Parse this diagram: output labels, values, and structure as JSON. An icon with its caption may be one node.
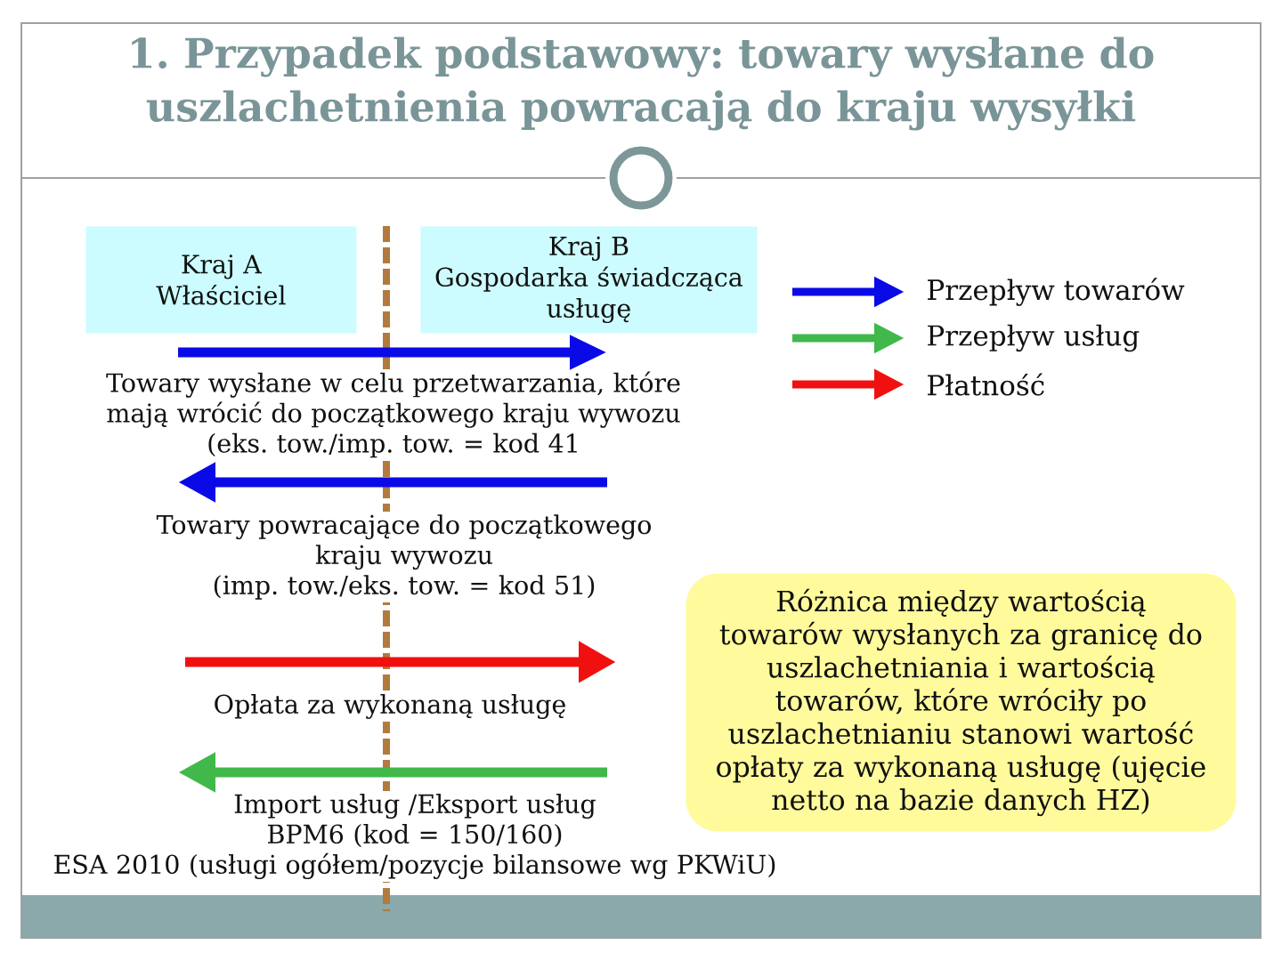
{
  "diagram": {
    "title": "1. Przypadek podstawowy: towary wysłane do uszlachetnienia powracają do kraju wysyłki",
    "nodes": [
      {
        "text": [
          "Kraj A",
          "Właściciel"
        ]
      },
      {
        "text": [
          "Kraj B",
          "Gospodarka świadcząca usługę"
        ]
      },
      {
        "text": [
          "Różnica między wartością towarów wysłanych za granicę do uszlachetniania i wartością towarów, które wróciły po uszlachetnianiu stanowi wartość opłaty za wykonaną usługę (ujęcie netto na bazie danych HZ)"
        ]
      }
    ],
    "labels": [
      "Towary wysłane w celu przetwarzania, które mają wrócić do początkowego kraju wywozu (eks. tow./imp. tow. = kod 41",
      "Towary powracające do początkowego kraju wywozu (imp. tow./eks. tow. = kod 51)",
      "Opłata za wykonaną usługę",
      "Import usług /Eksport usług BPM6 (kod = 150/160) ESA 2010 (usługi ogółem/pozycje bilansowe wg PKWiU)"
    ],
    "legend": [
      {
        "text": "Przepływ towarów",
        "color": "#0a0ae6"
      },
      {
        "text": "Przepływ usług",
        "color": "#40b84a"
      },
      {
        "text": "Płatność",
        "color": "#f01010"
      }
    ]
  }
}
